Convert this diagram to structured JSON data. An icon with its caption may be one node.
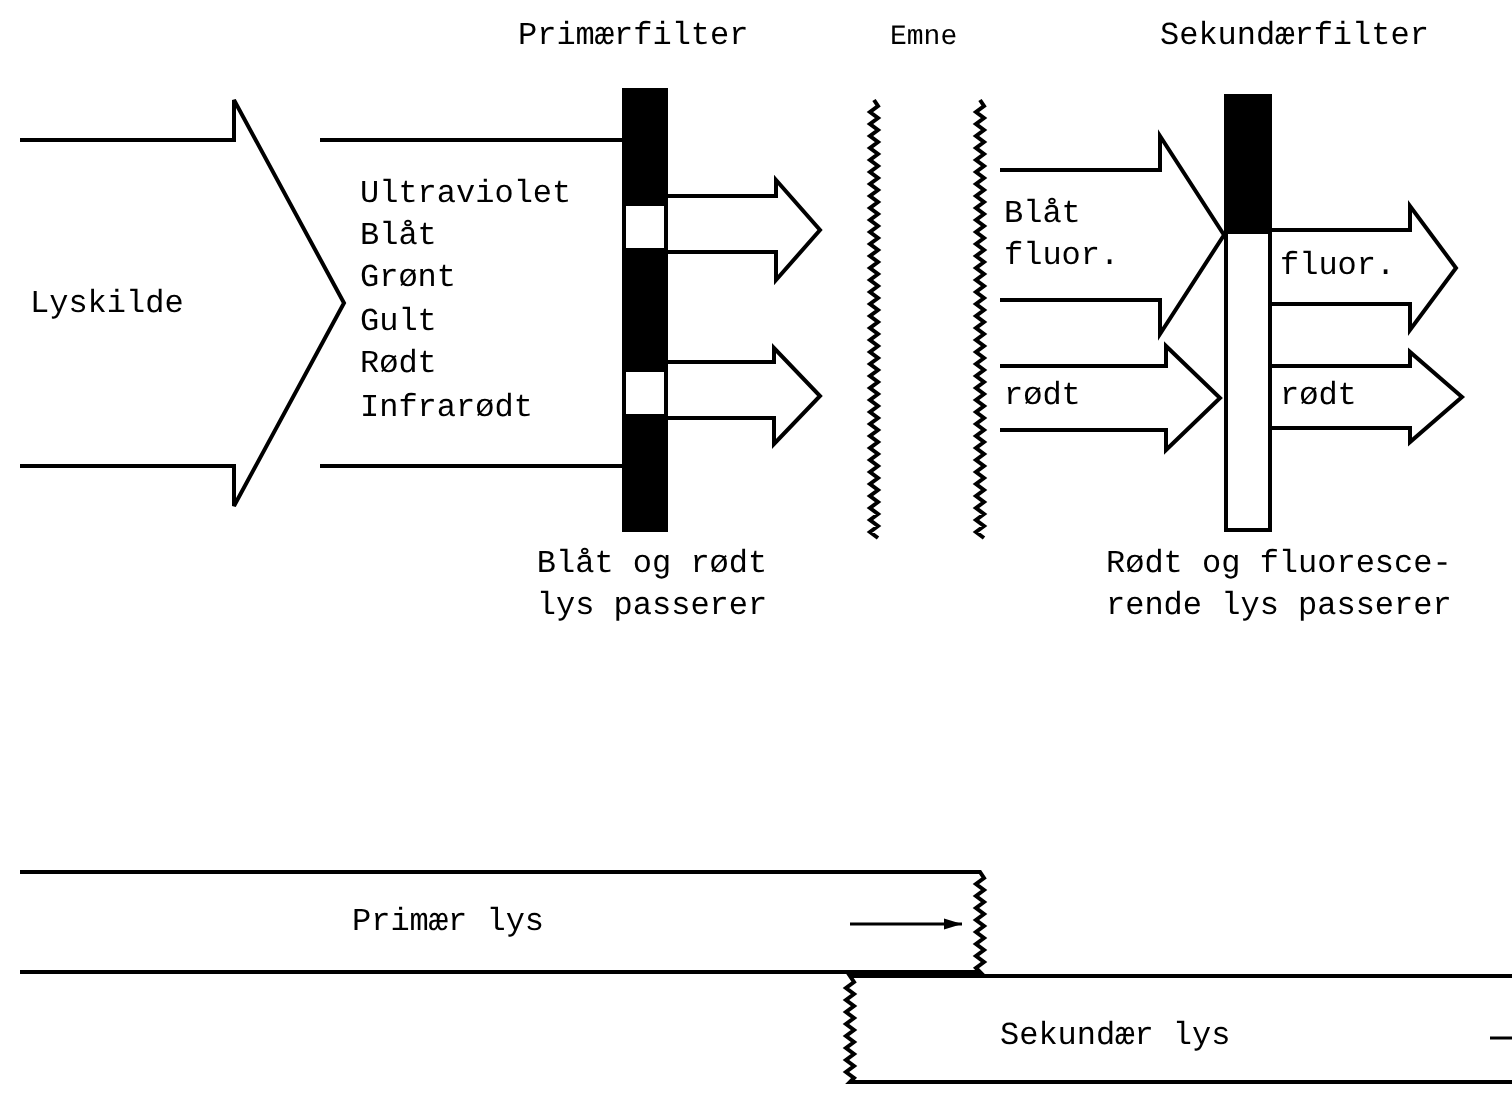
{
  "diagram": {
    "nodes": [
      {
        "text": [
          "Lyskilde"
        ]
      },
      {
        "text": [
          "Ultraviolet",
          "Blåt",
          "Grønt",
          "Gult",
          "Rødt",
          "Infrarødt"
        ]
      },
      {
        "text": [],
        "shape": "arrow"
      },
      {
        "text": [],
        "shape": "arrow"
      },
      {
        "text": [
          "Blåt fluor."
        ]
      },
      {
        "text": [
          "fluor."
        ]
      },
      {
        "text": [
          "rødt"
        ]
      },
      {
        "text": [
          "rødt"
        ]
      },
      {
        "text": [
          "Primær lys"
        ]
      },
      {
        "text": [
          "Sekundær lys"
        ]
      }
    ],
    "labels": [
      "Primærfilter",
      "Emne",
      "Sekundærfilter",
      "Blåt og rødt lys passerer",
      "Rødt og fluoresce- rende lys passerer"
    ]
  }
}
